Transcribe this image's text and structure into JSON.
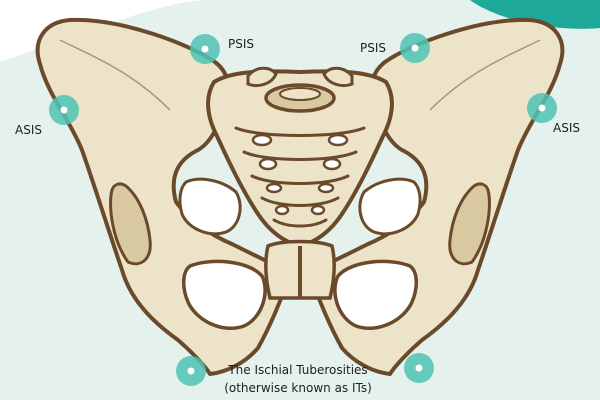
{
  "colors": {
    "background": "#ffffff",
    "mint_band": "#e4f1ed",
    "accent_teal": "#1ea89a",
    "marker_glow": "#4fc3b3",
    "bone_fill": "#ece3c8",
    "bone_outline": "#6b4a2b",
    "bone_shadow": "#d9c9a1"
  },
  "labels": {
    "psis_left": "PSIS",
    "psis_right": "PSIS",
    "asis_left": "ASIS",
    "asis_right": "ASIS",
    "caption_line1": "The Ischial Tuberosities",
    "caption_line2": "(otherwise known as ITs)"
  },
  "markers": [
    "psis-left",
    "psis-right",
    "asis-left",
    "asis-right",
    "it-left",
    "it-right"
  ]
}
